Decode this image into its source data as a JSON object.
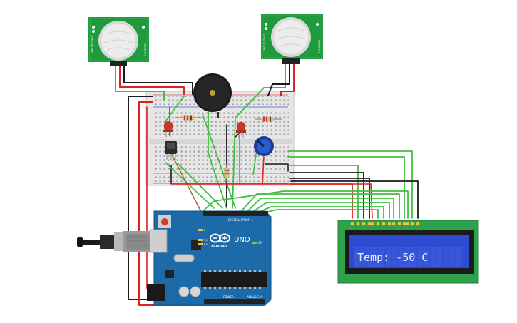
{
  "arduino": {
    "brand": "ARDUINO",
    "model": "UNO",
    "digital_label": "DIGITAL (PWM~)",
    "power_label": "POWER",
    "analog_label": "ANALOG IN",
    "on_label": "ON",
    "tx_label": "TX",
    "rx_label": "RX",
    "l_label": "L"
  },
  "pir_left": {
    "label_a": "GND OUT VCC",
    "label_b": "HC-SR501"
  },
  "pir_right": {
    "label_a": "GND OUT VCC",
    "label_b": "HC-SR501"
  },
  "lcd": {
    "text": "Temp: -50 C"
  },
  "colors": {
    "board": "#1c6aa8",
    "pir": "#1f9a3c",
    "lcd_pcb": "#2ea24a",
    "lcd_screen": "#2c4bd0",
    "wire_green": "#3fbf3f",
    "wire_red": "#e02020",
    "wire_black": "#1a1a1a",
    "wire_brown": "#a0703a"
  }
}
